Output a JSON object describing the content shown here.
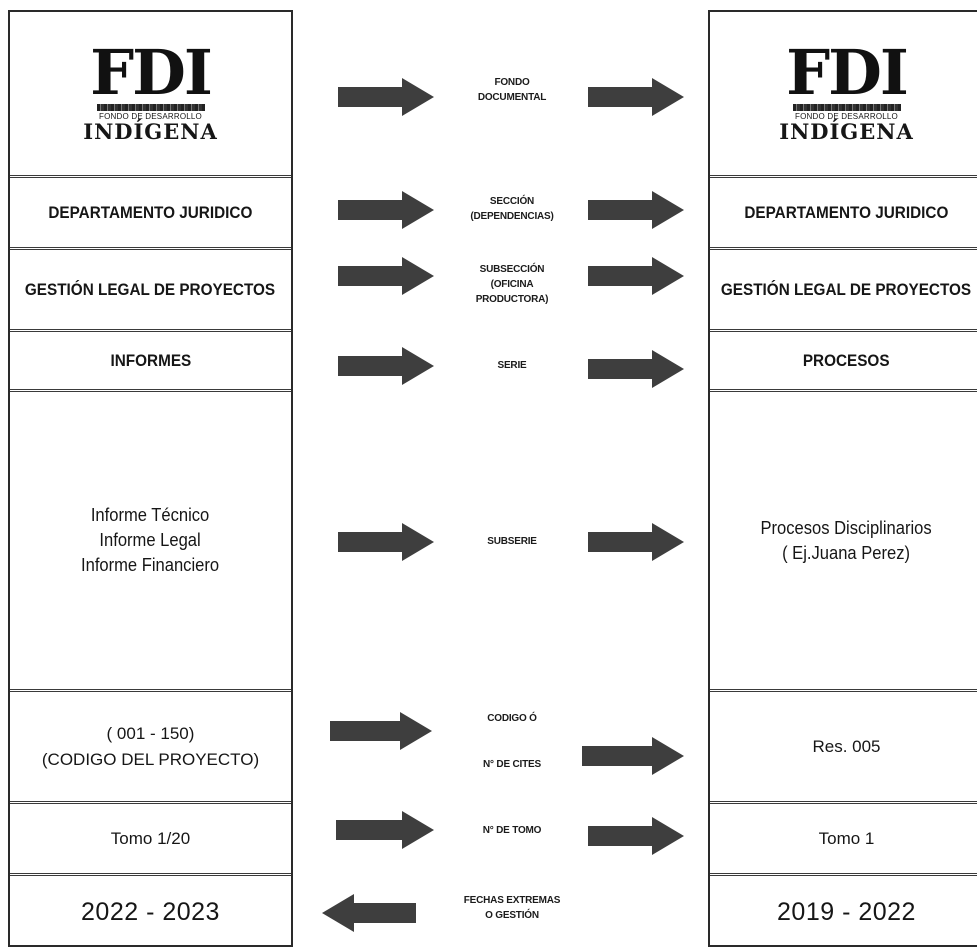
{
  "logo": {
    "main": "FDI",
    "sub": "FONDO DE DESARROLLO",
    "name": "INDÍGENA"
  },
  "left": {
    "department": "DEPARTAMENTO JURIDICO",
    "office": "GESTIÓN LEGAL DE PROYECTOS",
    "series": "INFORMES",
    "subseries": [
      "Informe Técnico",
      "Informe Legal",
      "Informe Financiero"
    ],
    "code_range": "( 001 - 150)",
    "code_note": "(CODIGO DEL PROYECTO)",
    "volume": "Tomo 1/20",
    "years": "2022 - 2023"
  },
  "right": {
    "department": "DEPARTAMENTO JURIDICO",
    "office": "GESTIÓN LEGAL DE PROYECTOS",
    "series": "PROCESOS",
    "subseries_line1": "Procesos Disciplinarios",
    "subseries_line2": "( Ej.Juana Perez)",
    "code": "Res. 005",
    "volume": "Tomo 1",
    "years": "2019 - 2022"
  },
  "middle": {
    "fondo": [
      "FONDO",
      "DOCUMENTAL"
    ],
    "seccion": [
      "SECCIÓN",
      "(DEPENDENCIAS)"
    ],
    "subseccion": [
      "SUBSECCIÓN",
      "(OFICINA",
      "PRODUCTORA)"
    ],
    "serie": "SERIE",
    "subserie": "SUBSERIE",
    "codigo_a": "CODIGO Ó",
    "codigo_b": "N° DE CITES",
    "tomo": "N° DE TOMO",
    "fechas": [
      "FECHAS EXTREMAS",
      "O GESTIÓN"
    ]
  },
  "colors": {
    "arrow": "#3e3e3e",
    "border": "#2a2a2a"
  },
  "icons": [
    "arrow-right-icon",
    "arrow-left-icon"
  ]
}
